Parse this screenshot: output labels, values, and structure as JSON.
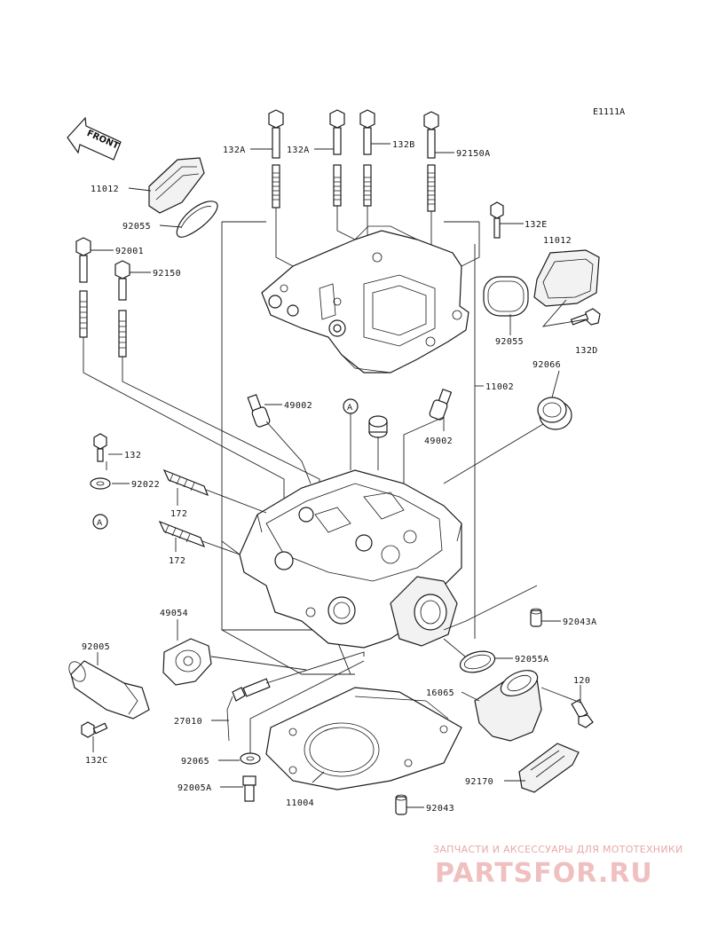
{
  "diagram": {
    "ref_code": "E1111A",
    "front_label": "FRONT",
    "marker_a": "A",
    "callouts": {
      "c_132a_1": "132A",
      "c_132a_2": "132A",
      "c_132b": "132B",
      "c_92150a": "92150A",
      "c_11012_l": "11012",
      "c_92055_l": "92055",
      "c_132e": "132E",
      "c_11012_r": "11012",
      "c_92001": "92001",
      "c_92150": "92150",
      "c_92055_r": "92055",
      "c_132d": "132D",
      "c_11002": "11002",
      "c_92066": "92066",
      "c_49002_l": "49002",
      "c_49002_r": "49002",
      "c_132": "132",
      "c_92022": "92022",
      "c_172_1": "172",
      "c_172_2": "172",
      "c_92043a": "92043A",
      "c_49054": "49054",
      "c_92005": "92005",
      "c_92055a": "92055A",
      "c_16065": "16065",
      "c_120": "120",
      "c_27010": "27010",
      "c_132c": "132C",
      "c_92065": "92065",
      "c_92170": "92170",
      "c_92005a": "92005A",
      "c_11004": "11004",
      "c_92043": "92043"
    }
  },
  "watermark": {
    "tagline": "ЗАПЧАСТИ И АКСЕССУАРЫ ДЛЯ МОТОТЕХНИКИ",
    "logo": "PARTSFOR.RU"
  }
}
